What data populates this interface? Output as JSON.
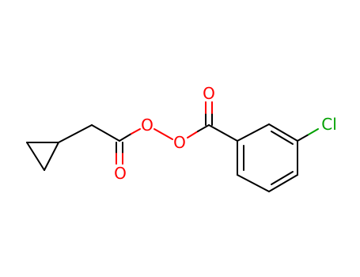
{
  "molecule": {
    "atoms": {
      "o_carbonyl_left": {
        "symbol": "O",
        "color": "#ff0000"
      },
      "o_peroxide_1": {
        "symbol": "O",
        "color": "#ff0000"
      },
      "o_peroxide_2": {
        "symbol": "O",
        "color": "#ff0000"
      },
      "o_carbonyl_right": {
        "symbol": "O",
        "color": "#ff0000"
      },
      "chlorine": {
        "symbol": "Cl",
        "color": "#00a000"
      }
    },
    "bond_color": "#000000"
  }
}
